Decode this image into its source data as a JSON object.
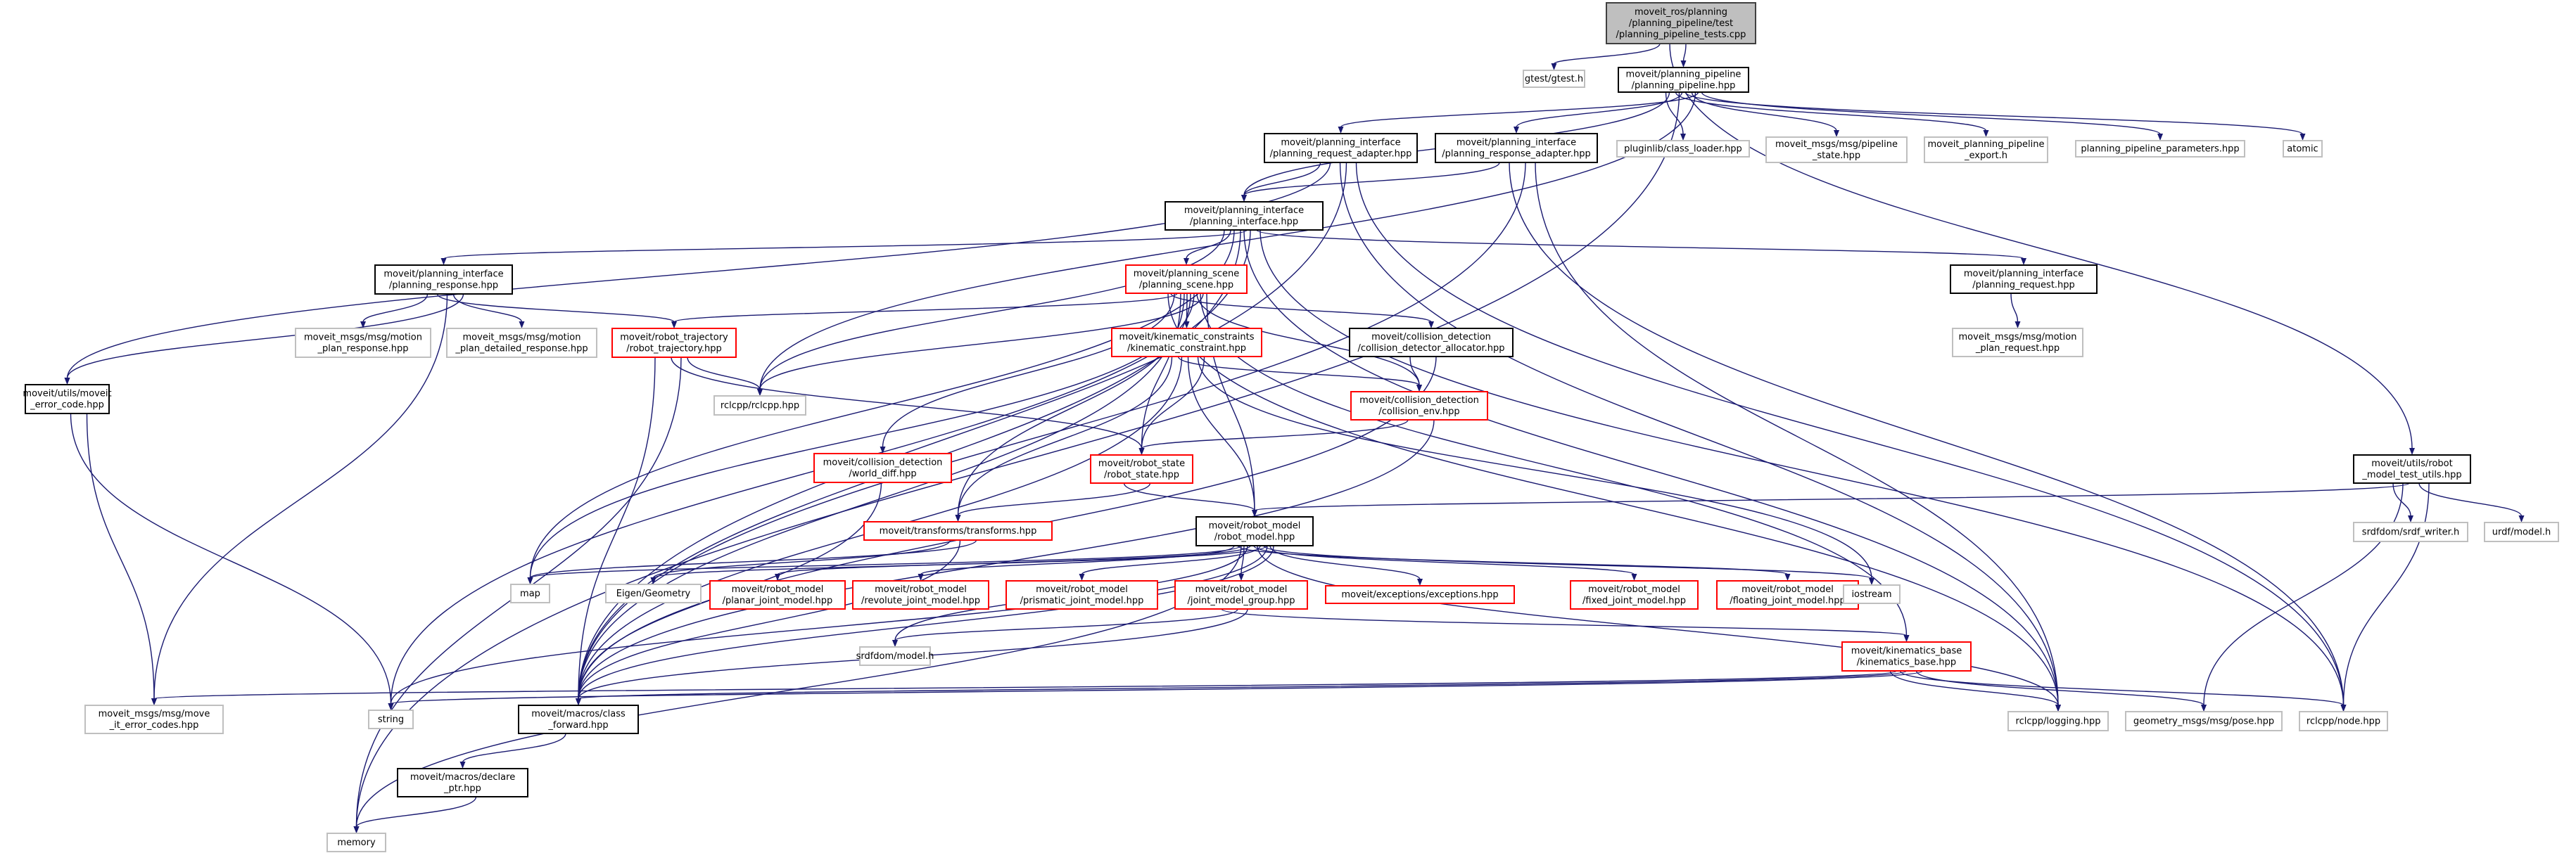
{
  "colors": {
    "edge": "#191970",
    "root_fill": "#bfbfbf",
    "root_border": "#404040",
    "documented_border": "#000000",
    "external_border": "#bfbfbf",
    "truncated_border": "#ff0000"
  },
  "nodes": {
    "root": {
      "lines": [
        "moveit_ros/planning",
        "/planning_pipeline/test",
        "/planning_pipeline_tests.cpp"
      ],
      "kind": "root"
    },
    "gtest": {
      "lines": [
        "gtest/gtest.h"
      ],
      "kind": "external"
    },
    "pipeline": {
      "lines": [
        "moveit/planning_pipeline",
        "/planning_pipeline.hpp"
      ],
      "kind": "documented"
    },
    "req_adapter": {
      "lines": [
        "moveit/planning_interface",
        "/planning_request_adapter.hpp"
      ],
      "kind": "documented"
    },
    "resp_adapter": {
      "lines": [
        "moveit/planning_interface",
        "/planning_response_adapter.hpp"
      ],
      "kind": "documented"
    },
    "class_loader": {
      "lines": [
        "pluginlib/class_loader.hpp"
      ],
      "kind": "external"
    },
    "pipeline_state": {
      "lines": [
        "moveit_msgs/msg/pipeline",
        "_state.hpp"
      ],
      "kind": "external"
    },
    "export": {
      "lines": [
        "moveit_planning_pipeline",
        "_export.h"
      ],
      "kind": "external"
    },
    "parameters": {
      "lines": [
        "planning_pipeline_parameters.hpp"
      ],
      "kind": "external"
    },
    "atomic": {
      "lines": [
        "atomic"
      ],
      "kind": "external"
    },
    "pi": {
      "lines": [
        "moveit/planning_interface",
        "/planning_interface.hpp"
      ],
      "kind": "documented"
    },
    "scene": {
      "lines": [
        "moveit/planning_scene",
        "/planning_scene.hpp"
      ],
      "kind": "truncated"
    },
    "response": {
      "lines": [
        "moveit/planning_interface",
        "/planning_response.hpp"
      ],
      "kind": "documented"
    },
    "request": {
      "lines": [
        "moveit/planning_interface",
        "/planning_request.hpp"
      ],
      "kind": "documented"
    },
    "mp_response": {
      "lines": [
        "moveit_msgs/msg/motion",
        "_plan_response.hpp"
      ],
      "kind": "external"
    },
    "mp_detailed": {
      "lines": [
        "moveit_msgs/msg/motion",
        "_plan_detailed_response.hpp"
      ],
      "kind": "external"
    },
    "trajectory": {
      "lines": [
        "moveit/robot_trajectory",
        "/robot_trajectory.hpp"
      ],
      "kind": "truncated"
    },
    "kinematic": {
      "lines": [
        "moveit/kinematic_constraints",
        "/kinematic_constraint.hpp"
      ],
      "kind": "truncated"
    },
    "allocator": {
      "lines": [
        "moveit/collision_detection",
        "/collision_detector_allocator.hpp"
      ],
      "kind": "documented"
    },
    "mp_request": {
      "lines": [
        "moveit_msgs/msg/motion",
        "_plan_request.hpp"
      ],
      "kind": "external"
    },
    "err_code": {
      "lines": [
        "moveit/utils/moveit",
        "_error_code.hpp"
      ],
      "kind": "documented"
    },
    "rclcpp": {
      "lines": [
        "rclcpp/rclcpp.hpp"
      ],
      "kind": "external"
    },
    "world_diff": {
      "lines": [
        "moveit/collision_detection",
        "/world_diff.hpp"
      ],
      "kind": "truncated"
    },
    "collision_env": {
      "lines": [
        "moveit/collision_detection",
        "/collision_env.hpp"
      ],
      "kind": "truncated"
    },
    "robot_state": {
      "lines": [
        "moveit/robot_state",
        "/robot_state.hpp"
      ],
      "kind": "truncated"
    },
    "test_utils": {
      "lines": [
        "moveit/utils/robot",
        "_model_test_utils.hpp"
      ],
      "kind": "documented"
    },
    "transforms": {
      "lines": [
        "moveit/transforms/transforms.hpp"
      ],
      "kind": "truncated"
    },
    "robot_model": {
      "lines": [
        "moveit/robot_model",
        "/robot_model.hpp"
      ],
      "kind": "documented"
    },
    "map": {
      "lines": [
        "map"
      ],
      "kind": "external"
    },
    "eigen": {
      "lines": [
        "Eigen/Geometry"
      ],
      "kind": "external"
    },
    "srdf_writer": {
      "lines": [
        "srdfdom/srdf_writer.h"
      ],
      "kind": "external"
    },
    "urdf": {
      "lines": [
        "urdf/model.h"
      ],
      "kind": "external"
    },
    "planar": {
      "lines": [
        "moveit/robot_model",
        "/planar_joint_model.hpp"
      ],
      "kind": "truncated"
    },
    "revolute": {
      "lines": [
        "moveit/robot_model",
        "/revolute_joint_model.hpp"
      ],
      "kind": "truncated"
    },
    "prismatic": {
      "lines": [
        "moveit/robot_model",
        "/prismatic_joint_model.hpp"
      ],
      "kind": "truncated"
    },
    "jmg": {
      "lines": [
        "moveit/robot_model",
        "/joint_model_group.hpp"
      ],
      "kind": "truncated"
    },
    "exceptions": {
      "lines": [
        "moveit/exceptions/exceptions.hpp"
      ],
      "kind": "truncated"
    },
    "fixed": {
      "lines": [
        "moveit/robot_model",
        "/fixed_joint_model.hpp"
      ],
      "kind": "truncated"
    },
    "floating": {
      "lines": [
        "moveit/robot_model",
        "/floating_joint_model.hpp"
      ],
      "kind": "truncated"
    },
    "iostream": {
      "lines": [
        "iostream"
      ],
      "kind": "external"
    },
    "srdf_model": {
      "lines": [
        "srdfdom/model.h"
      ],
      "kind": "external"
    },
    "kin_base": {
      "lines": [
        "moveit/kinematics_base",
        "/kinematics_base.hpp"
      ],
      "kind": "truncated"
    },
    "error_codes": {
      "lines": [
        "moveit_msgs/msg/move",
        "_it_error_codes.hpp"
      ],
      "kind": "external"
    },
    "string": {
      "lines": [
        "string"
      ],
      "kind": "external"
    },
    "class_forward": {
      "lines": [
        "moveit/macros/class",
        "_forward.hpp"
      ],
      "kind": "documented"
    },
    "logging": {
      "lines": [
        "rclcpp/logging.hpp"
      ],
      "kind": "external"
    },
    "pose": {
      "lines": [
        "geometry_msgs/msg/pose.hpp"
      ],
      "kind": "external"
    },
    "node": {
      "lines": [
        "rclcpp/node.hpp"
      ],
      "kind": "external"
    },
    "declare_ptr": {
      "lines": [
        "moveit/macros/declare",
        "_ptr.hpp"
      ],
      "kind": "documented"
    },
    "memory": {
      "lines": [
        "memory"
      ],
      "kind": "external"
    }
  },
  "edges": [
    [
      "root",
      "gtest"
    ],
    [
      "root",
      "pipeline"
    ],
    [
      "root",
      "test_utils"
    ],
    [
      "pipeline",
      "req_adapter"
    ],
    [
      "pipeline",
      "resp_adapter"
    ],
    [
      "pipeline",
      "class_loader"
    ],
    [
      "pipeline",
      "pipeline_state"
    ],
    [
      "pipeline",
      "export"
    ],
    [
      "pipeline",
      "parameters"
    ],
    [
      "pipeline",
      "atomic"
    ],
    [
      "pipeline",
      "pi"
    ],
    [
      "pipeline",
      "rclcpp"
    ],
    [
      "pipeline",
      "memory"
    ],
    [
      "req_adapter",
      "pi"
    ],
    [
      "req_adapter",
      "class_forward"
    ],
    [
      "req_adapter",
      "err_code"
    ],
    [
      "req_adapter",
      "node"
    ],
    [
      "req_adapter",
      "logging"
    ],
    [
      "resp_adapter",
      "pi"
    ],
    [
      "resp_adapter",
      "class_forward"
    ],
    [
      "resp_adapter",
      "node"
    ],
    [
      "resp_adapter",
      "logging"
    ],
    [
      "pi",
      "response"
    ],
    [
      "pi",
      "scene"
    ],
    [
      "pi",
      "request"
    ],
    [
      "pi",
      "class_forward"
    ],
    [
      "pi",
      "rclcpp"
    ],
    [
      "pi",
      "string"
    ],
    [
      "pi",
      "map"
    ],
    [
      "pi",
      "node"
    ],
    [
      "pi",
      "logging"
    ],
    [
      "response",
      "mp_response"
    ],
    [
      "response",
      "mp_detailed"
    ],
    [
      "response",
      "trajectory"
    ],
    [
      "response",
      "err_code"
    ],
    [
      "response",
      "error_codes"
    ],
    [
      "request",
      "mp_request"
    ],
    [
      "trajectory",
      "rclcpp"
    ],
    [
      "trajectory",
      "robot_state"
    ],
    [
      "trajectory",
      "class_forward"
    ],
    [
      "trajectory",
      "memory"
    ],
    [
      "scene",
      "trajectory"
    ],
    [
      "scene",
      "rclcpp"
    ],
    [
      "scene",
      "kinematic"
    ],
    [
      "scene",
      "allocator"
    ],
    [
      "scene",
      "collision_env"
    ],
    [
      "scene",
      "robot_state"
    ],
    [
      "scene",
      "robot_model"
    ],
    [
      "scene",
      "transforms"
    ],
    [
      "scene",
      "world_diff"
    ],
    [
      "scene",
      "kin_base"
    ],
    [
      "scene",
      "class_forward"
    ],
    [
      "scene",
      "logging"
    ],
    [
      "scene",
      "map"
    ],
    [
      "kinematic",
      "collision_env"
    ],
    [
      "kinematic",
      "robot_state"
    ],
    [
      "kinematic",
      "robot_model"
    ],
    [
      "kinematic",
      "transforms"
    ],
    [
      "kinematic",
      "iostream"
    ],
    [
      "kinematic",
      "class_forward"
    ],
    [
      "allocator",
      "collision_env"
    ],
    [
      "allocator",
      "class_forward"
    ],
    [
      "collision_env",
      "robot_state"
    ],
    [
      "collision_env",
      "class_forward"
    ],
    [
      "world_diff",
      "class_forward"
    ],
    [
      "robot_state",
      "robot_model"
    ],
    [
      "robot_state",
      "transforms"
    ],
    [
      "transforms",
      "eigen"
    ],
    [
      "transforms",
      "map"
    ],
    [
      "transforms",
      "class_forward"
    ],
    [
      "robot_model",
      "map"
    ],
    [
      "robot_model",
      "eigen"
    ],
    [
      "robot_model",
      "planar"
    ],
    [
      "robot_model",
      "revolute"
    ],
    [
      "robot_model",
      "prismatic"
    ],
    [
      "robot_model",
      "jmg"
    ],
    [
      "robot_model",
      "exceptions"
    ],
    [
      "robot_model",
      "fixed"
    ],
    [
      "robot_model",
      "floating"
    ],
    [
      "robot_model",
      "iostream"
    ],
    [
      "robot_model",
      "srdf_model"
    ],
    [
      "robot_model",
      "class_forward"
    ],
    [
      "robot_model",
      "logging"
    ],
    [
      "robot_model",
      "memory"
    ],
    [
      "robot_model",
      "string"
    ],
    [
      "jmg",
      "srdf_model"
    ],
    [
      "jmg",
      "kin_base"
    ],
    [
      "jmg",
      "class_forward"
    ],
    [
      "kin_base",
      "error_codes"
    ],
    [
      "kin_base",
      "string"
    ],
    [
      "kin_base",
      "class_forward"
    ],
    [
      "kin_base",
      "logging"
    ],
    [
      "kin_base",
      "pose"
    ],
    [
      "kin_base",
      "node"
    ],
    [
      "err_code",
      "error_codes"
    ],
    [
      "err_code",
      "string"
    ],
    [
      "class_forward",
      "declare_ptr"
    ],
    [
      "declare_ptr",
      "memory"
    ],
    [
      "test_utils",
      "robot_model"
    ],
    [
      "test_utils",
      "srdf_writer"
    ],
    [
      "test_utils",
      "urdf"
    ],
    [
      "test_utils",
      "pose"
    ],
    [
      "test_utils",
      "node"
    ]
  ]
}
